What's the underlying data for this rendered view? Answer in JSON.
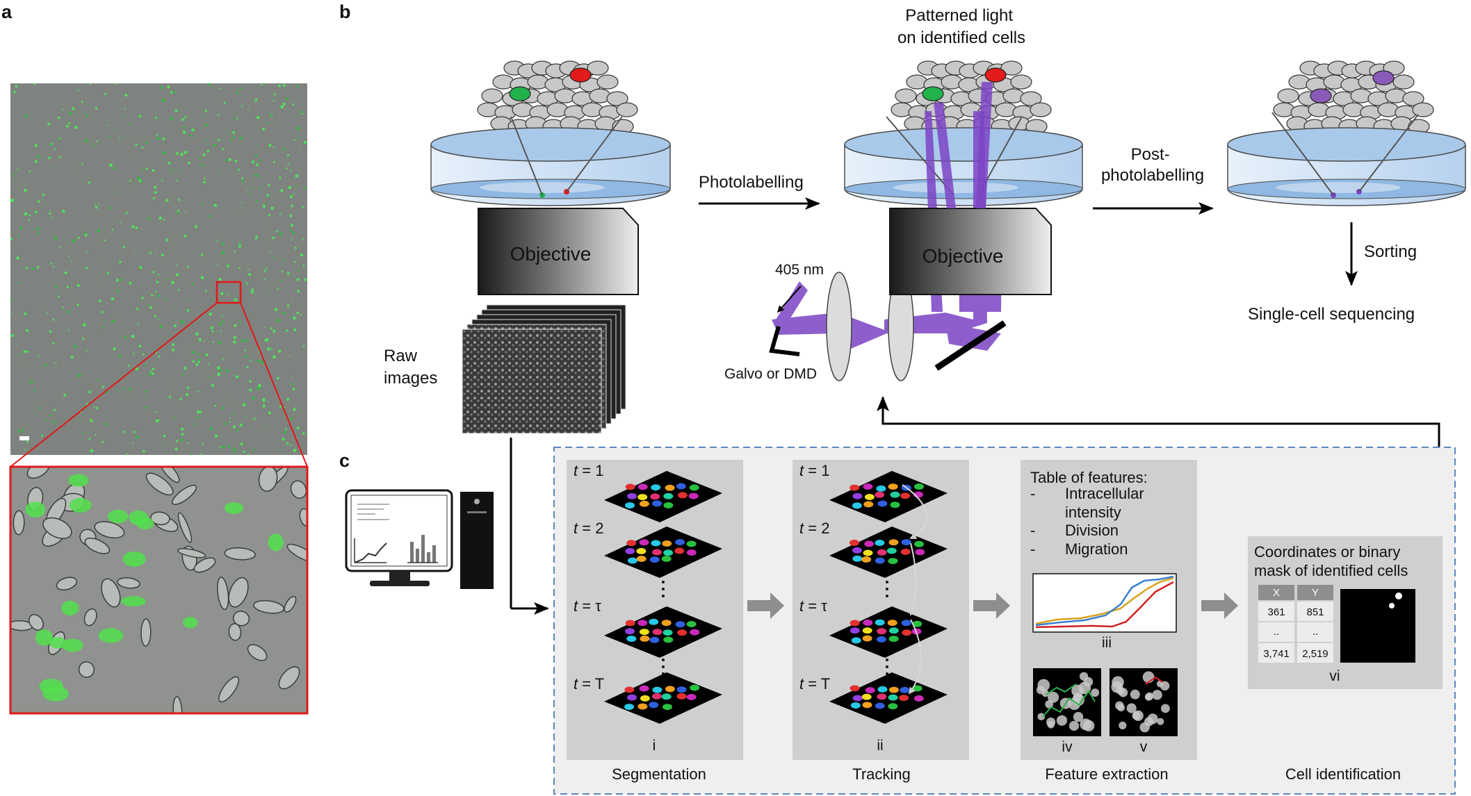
{
  "panels": {
    "a": "a",
    "b": "b",
    "c": "c"
  },
  "panel_b": {
    "left_objective": "Objective",
    "right_objective": "Objective",
    "photolabelling": "Photolabelling",
    "post_photolabelling": [
      "Post-",
      "photolabelling"
    ],
    "patterned_light": [
      "Patterned light",
      "on identified cells"
    ],
    "laser_wavelength": "405 nm",
    "galvo": "Galvo or DMD",
    "raw_images": [
      "Raw",
      "images"
    ],
    "sorting": "Sorting",
    "sequencing": "Single-cell sequencing"
  },
  "panel_c": {
    "time_labels": [
      {
        "t": "t",
        "eq": " = 1"
      },
      {
        "t": "t",
        "eq": " =  2"
      },
      {
        "t": "t",
        "eq": " = τ"
      },
      {
        "t": "t",
        "eq": " = T"
      }
    ],
    "steps": [
      {
        "numeral": "i",
        "caption": "Segmentation"
      },
      {
        "numeral": "ii",
        "caption": "Tracking"
      },
      {
        "numeral": "iii",
        "caption": "Feature extraction"
      },
      {
        "numeral": "vi",
        "caption": "Cell identification"
      }
    ],
    "features_title": "Table of features:",
    "features": [
      {
        "bullet": "-",
        "lines": [
          "Intracellular",
          "intensity"
        ]
      },
      {
        "bullet": "-",
        "lines": [
          "Division"
        ]
      },
      {
        "bullet": "-",
        "lines": [
          "Migration"
        ]
      }
    ],
    "image_numerals": [
      "iv",
      "v"
    ],
    "identification_title": [
      "Coordinates or binary",
      "mask of identified cells"
    ],
    "table": {
      "headers": [
        "X",
        "Y"
      ],
      "rows": [
        [
          "361",
          "851"
        ],
        [
          "..",
          ".."
        ],
        [
          "3,741",
          "2,519"
        ]
      ]
    }
  },
  "colors": {
    "dish_blue": "#a9c9ea",
    "laser_purple": "#7b44c4",
    "label_red": "#e21b1b",
    "label_green": "#22b24c",
    "dashed_border": "#5a86c0",
    "panel_c_bg": "#efefef",
    "step_box": "#cfcfcf",
    "grey_arrow": "#8e8e8e"
  }
}
